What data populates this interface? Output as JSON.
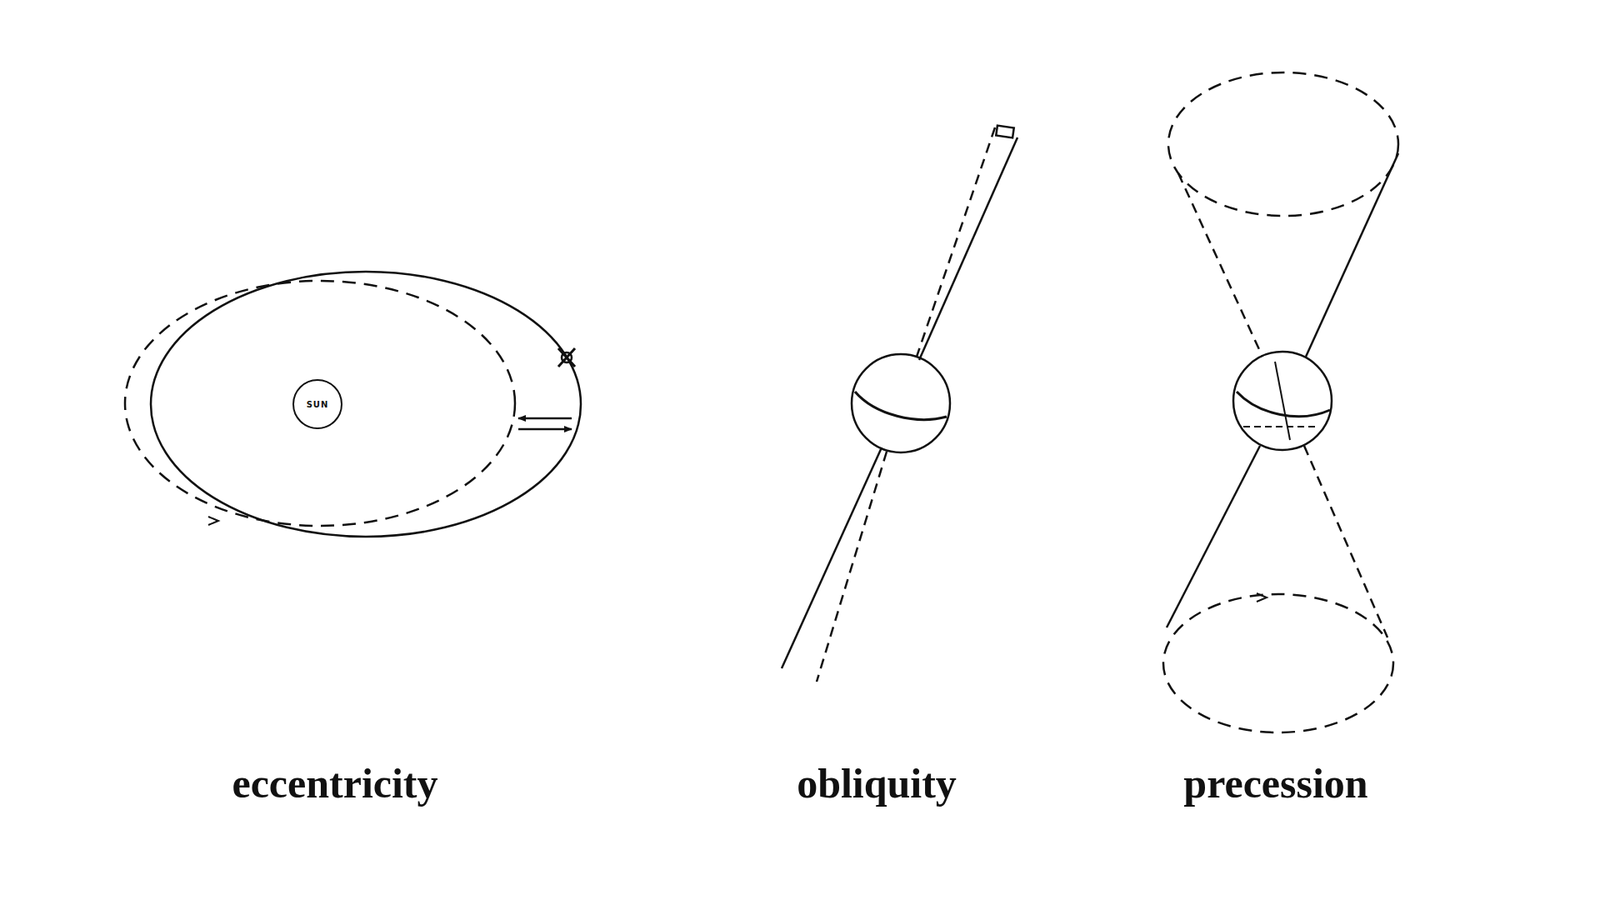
{
  "diagram": {
    "nodes": [
      {
        "text": [
          "SUN"
        ]
      }
    ],
    "labels": [
      "eccentricity",
      "obliquity",
      "precession"
    ]
  }
}
